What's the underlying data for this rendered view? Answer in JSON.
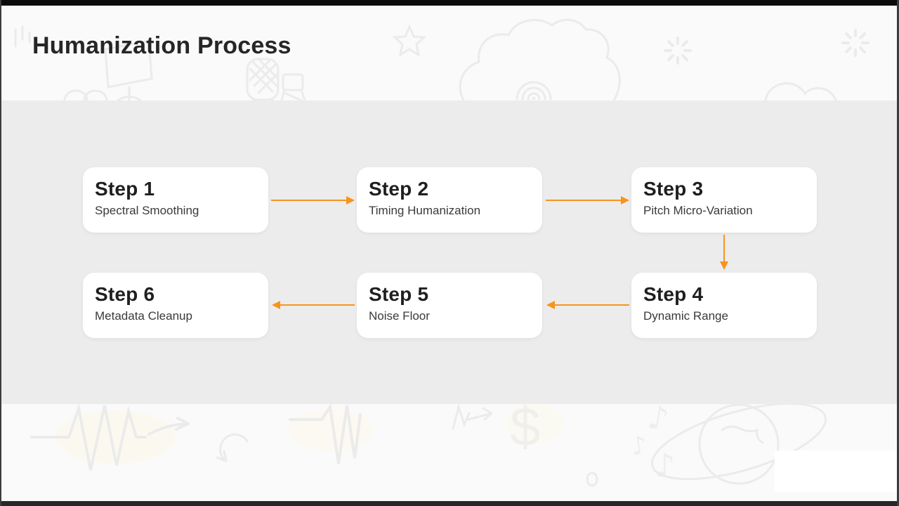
{
  "slide": {
    "title": "Humanization Process"
  },
  "steps": [
    {
      "label": "Step 1",
      "description": "Spectral Smoothing"
    },
    {
      "label": "Step 2",
      "description": "Timing Humanization"
    },
    {
      "label": "Step 3",
      "description": "Pitch Micro-Variation"
    },
    {
      "label": "Step 4",
      "description": "Dynamic Range"
    },
    {
      "label": "Step 5",
      "description": "Noise Floor"
    },
    {
      "label": "Step 6",
      "description": "Metadata Cleanup"
    }
  ],
  "flow": {
    "sequence": [
      "Step 1",
      "Step 2",
      "Step 3",
      "Step 4",
      "Step 5",
      "Step 6"
    ]
  },
  "colors": {
    "accent_orange": "#F7941D",
    "band_gray": "#ECECEC",
    "page_background": "#FAFAFA",
    "card_background": "#FFFFFF",
    "heading_text": "#1F1F1F",
    "body_text": "#3A3A3A",
    "frame_dark": "#0B0B0B"
  },
  "background": {
    "doodle_names": [
      "music-stand-icon",
      "microphone-icon",
      "chair-icon",
      "star-icon",
      "cloud-wifi-icon",
      "sparkle-icon",
      "waveform-arrow-icon",
      "pulse-icon",
      "curved-arrow-icon",
      "zigzag-arrow-icon",
      "dollar-sign-icon",
      "music-note-icon",
      "orbit-planet-icon"
    ],
    "dollar_glyph": "$",
    "note_glyph": "♪"
  }
}
